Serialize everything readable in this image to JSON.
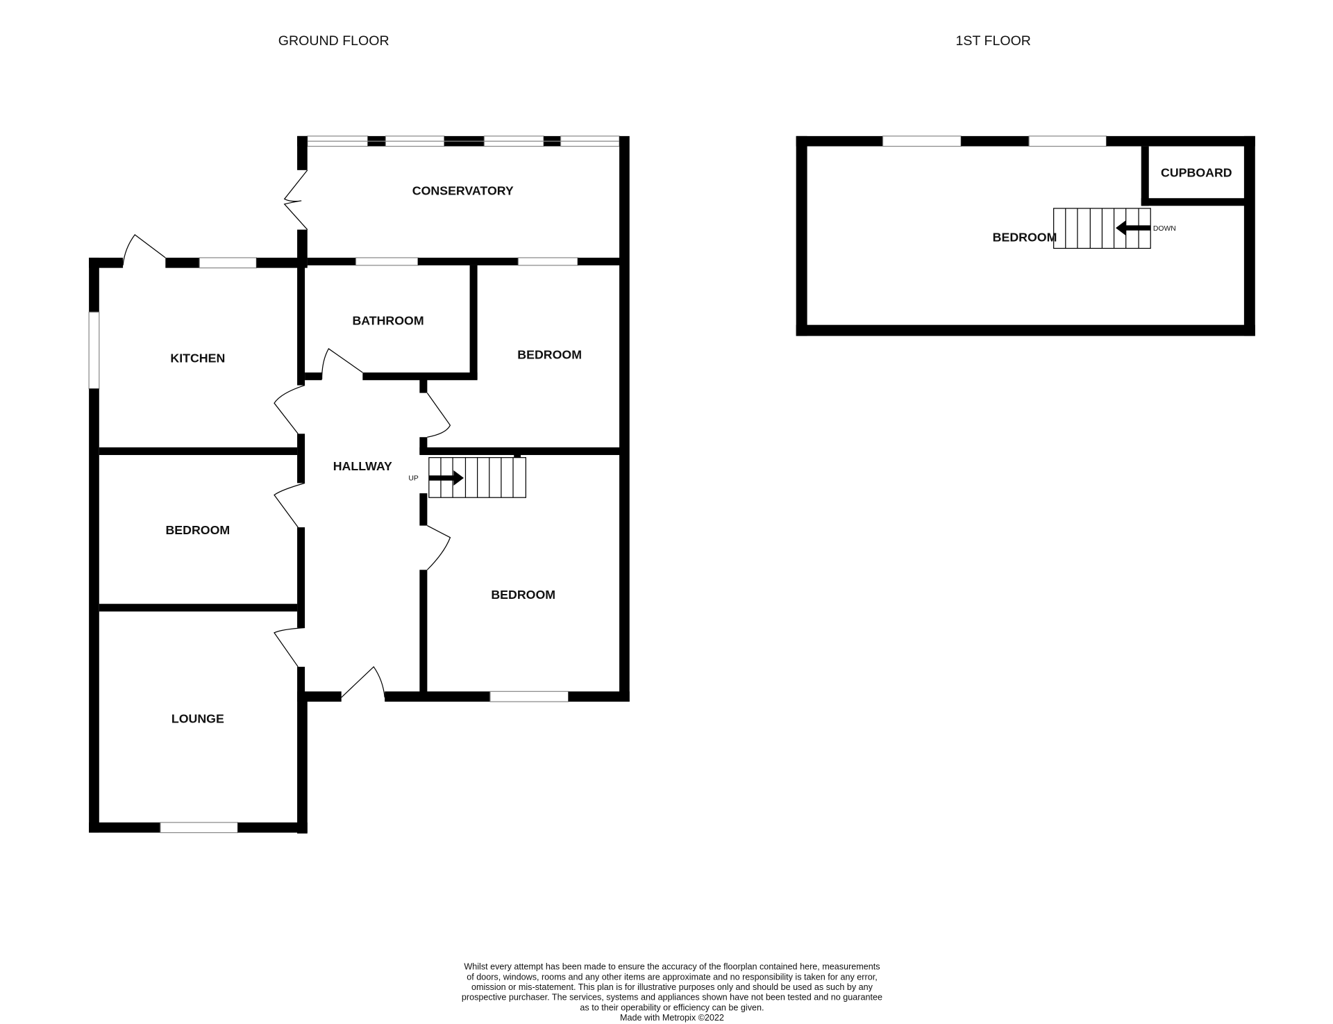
{
  "floors": [
    {
      "title": "GROUND FLOOR",
      "rooms": [
        {
          "label": "CONSERVATORY"
        },
        {
          "label": "KITCHEN"
        },
        {
          "label": "BATHROOM"
        },
        {
          "label": "BEDROOM"
        },
        {
          "label": "HALLWAY"
        },
        {
          "label": "BEDROOM"
        },
        {
          "label": "BEDROOM"
        },
        {
          "label": "LOUNGE"
        }
      ],
      "stairs_label": "UP"
    },
    {
      "title": "1ST FLOOR",
      "rooms": [
        {
          "label": "BEDROOM"
        },
        {
          "label": "CUPBOARD"
        }
      ],
      "stairs_label": "DOWN"
    }
  ],
  "disclaimer": {
    "lines": [
      "Whilst every attempt has been made to ensure the accuracy of the floorplan contained here, measurements",
      "of doors, windows, rooms and any other items are approximate and no responsibility is taken for any error,",
      "omission or mis-statement. This plan is for illustrative purposes only and should be used as such by any",
      "prospective purchaser. The services, systems and appliances shown have not been tested and no guarantee",
      "as to their operability or efficiency can be given.",
      "Made with Metropix ©2022"
    ]
  },
  "colors": {
    "wall": "#000000",
    "background": "#ffffff",
    "window_line": "#888888"
  }
}
